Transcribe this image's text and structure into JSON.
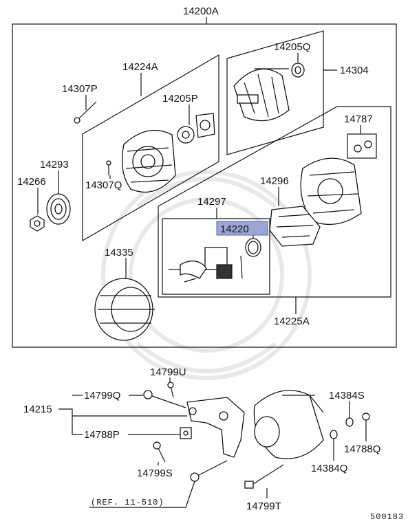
{
  "labels": {
    "p14200A": "14200A",
    "p14224A": "14224A",
    "p14307P": "14307P",
    "p14205P": "14205P",
    "p14293": "14293",
    "p14266": "14266",
    "p14307Q": "14307Q",
    "p14205Q": "14205Q",
    "p14304": "14304",
    "p14787": "14787",
    "p14296": "14296",
    "p14297": "14297",
    "p14220": "14220",
    "p14335": "14335",
    "p14225A": "14225A",
    "p14799U": "14799U",
    "p14799Q": "14799Q",
    "p14215": "14215",
    "p14788P": "14788P",
    "p14799S": "14799S",
    "p14384S": "14384S",
    "p14788Q": "14788Q",
    "p14384Q": "14384Q",
    "p14799T": "14799T",
    "ref": "(REF. 11-510)",
    "drawing_no": "500183"
  },
  "colors": {
    "highlight": "#9aa6d6",
    "line": "#111111"
  }
}
